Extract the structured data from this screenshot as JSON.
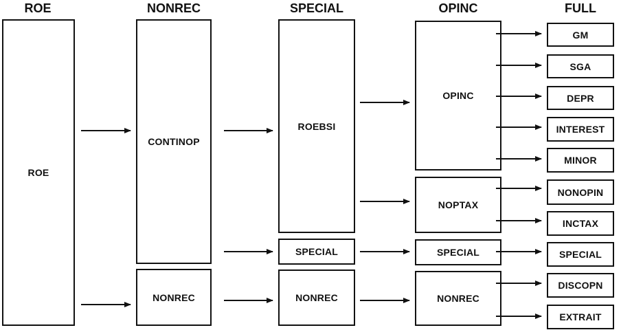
{
  "columns": {
    "roe": "ROE",
    "nonrec": "NONREC",
    "special": "SPECIAL",
    "opinc": "OPINC",
    "full": "FULL"
  },
  "boxes": {
    "roe": "ROE",
    "continop": "CONTINOP",
    "nonrec_col2": "NONREC",
    "roebsi": "ROEBSI",
    "special_col3": "SPECIAL",
    "nonrec_col3": "NONREC",
    "opinc": "OPINC",
    "noptax": "NOPTAX",
    "special_col4": "SPECIAL",
    "nonrec_col4": "NONREC",
    "gm": "GM",
    "sga": "SGA",
    "depr": "DEPR",
    "interest": "INTEREST",
    "minor": "MINOR",
    "nonopin": "NONOPIN",
    "inctax": "INCTAX",
    "special_col5": "SPECIAL",
    "discopn": "DISCOPN",
    "extrait": "EXTRAIT"
  }
}
